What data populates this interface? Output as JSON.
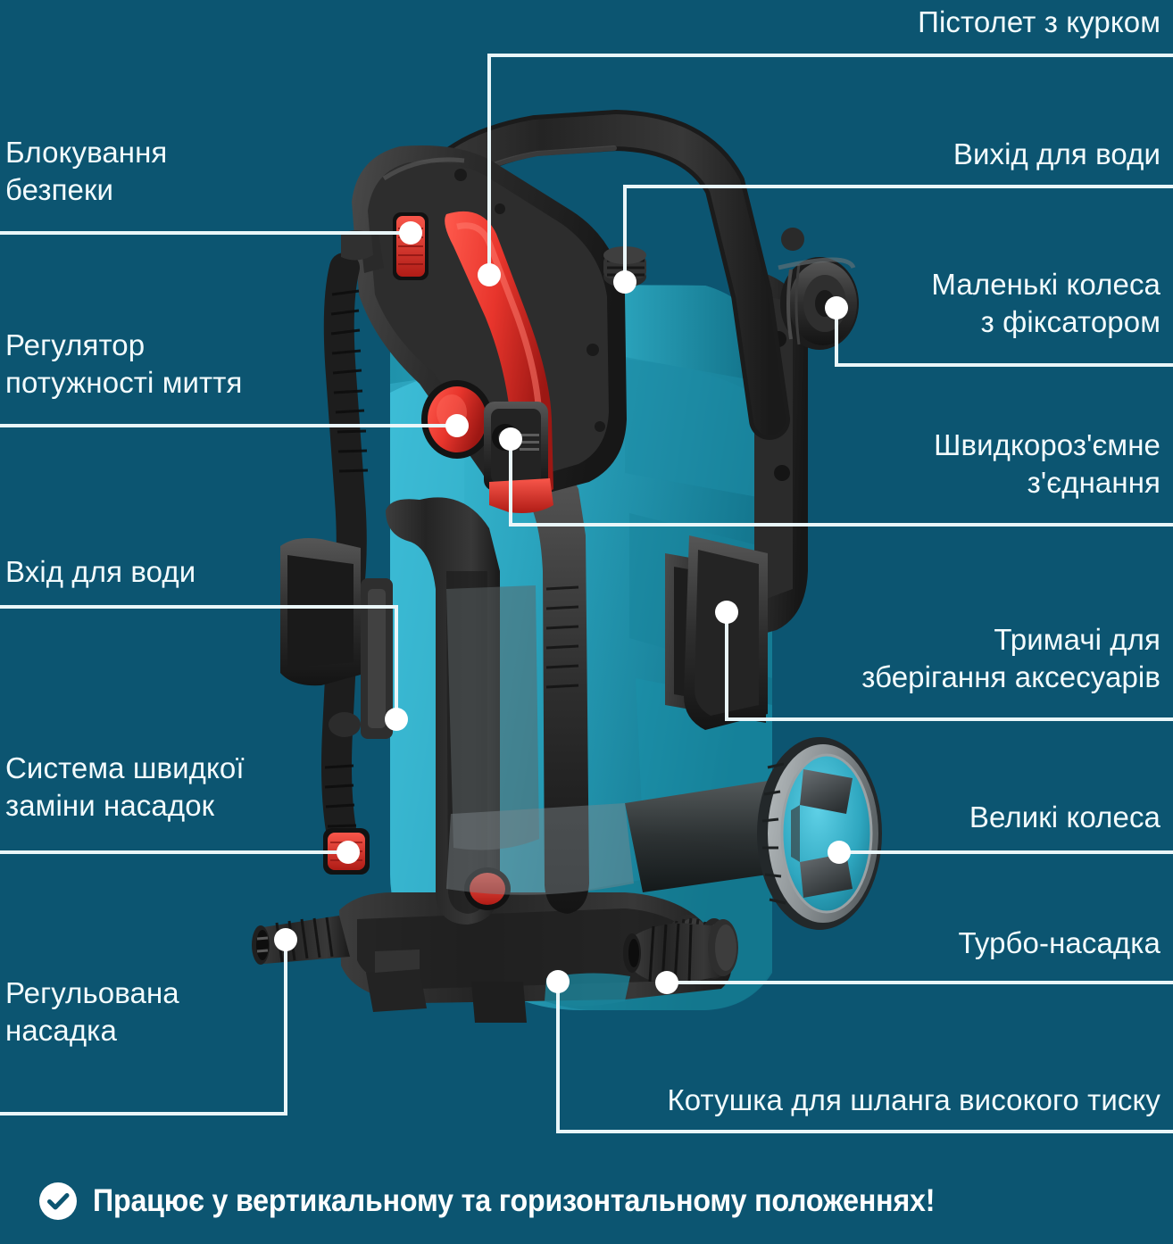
{
  "theme": {
    "background": "#0c5571",
    "line_color": "#eaf6f9",
    "text_color": "#f2fbfd",
    "product_teal": "#2aa3bd",
    "product_teal_dark": "#1b7f96",
    "product_black": "#272727",
    "product_red": "#e8352c",
    "product_grey": "#8d9396"
  },
  "callouts": [
    {
      "id": "trigger-gun",
      "text": "Пістолет з курком",
      "side": "right"
    },
    {
      "id": "safety-lock",
      "text": "Блокування\nбезпеки",
      "side": "left"
    },
    {
      "id": "water-outlet",
      "text": "Вихід для води",
      "side": "right"
    },
    {
      "id": "small-wheels",
      "text": "Маленькі колеса\nз фіксатором",
      "side": "right"
    },
    {
      "id": "power-regulator",
      "text": "Регулятор\nпотужності миття",
      "side": "left"
    },
    {
      "id": "quick-connect",
      "text": "Швидкороз'ємне\nз'єднання",
      "side": "right"
    },
    {
      "id": "water-inlet",
      "text": "Вхід для води",
      "side": "left"
    },
    {
      "id": "accessory-holders",
      "text": "Тримачі для\nзберігання аксесуарів",
      "side": "right"
    },
    {
      "id": "quick-change",
      "text": "Система швидкої\nзаміни насадок",
      "side": "left"
    },
    {
      "id": "big-wheels",
      "text": "Великі колеса",
      "side": "right"
    },
    {
      "id": "adjustable-nozzle",
      "text": "Регульована\nнасадка",
      "side": "left"
    },
    {
      "id": "turbo-nozzle",
      "text": "Турбо-насадка",
      "side": "right"
    },
    {
      "id": "hose-reel",
      "text": "Котушка для шланга високого тиску",
      "side": "right"
    }
  ],
  "banner": {
    "icon": "check-circle-icon",
    "text": "Працює у вертикальному та горизонтальному положеннях!"
  }
}
